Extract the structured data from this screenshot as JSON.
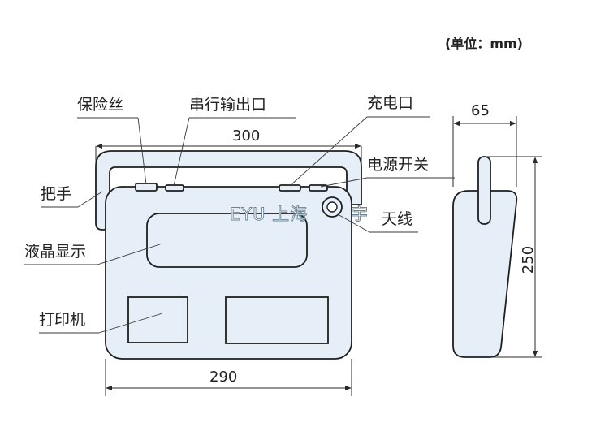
{
  "unit_label": "(单位：mm)",
  "watermark": "EYU 上海",
  "watermark_tail": "宇",
  "dimensions": {
    "top_width": "300",
    "bottom_width": "290",
    "depth": "65",
    "height": "250"
  },
  "labels": {
    "fuse": "保险丝",
    "serial_port": "串行输出口",
    "charge_port": "充电口",
    "power_switch": "电源开关",
    "handle": "把手",
    "antenna": "天线",
    "lcd": "液晶显示",
    "printer": "打印机"
  },
  "colors": {
    "body_fill": "#e6eef7",
    "outline": "#1f1f1f",
    "background": "#ffffff"
  }
}
